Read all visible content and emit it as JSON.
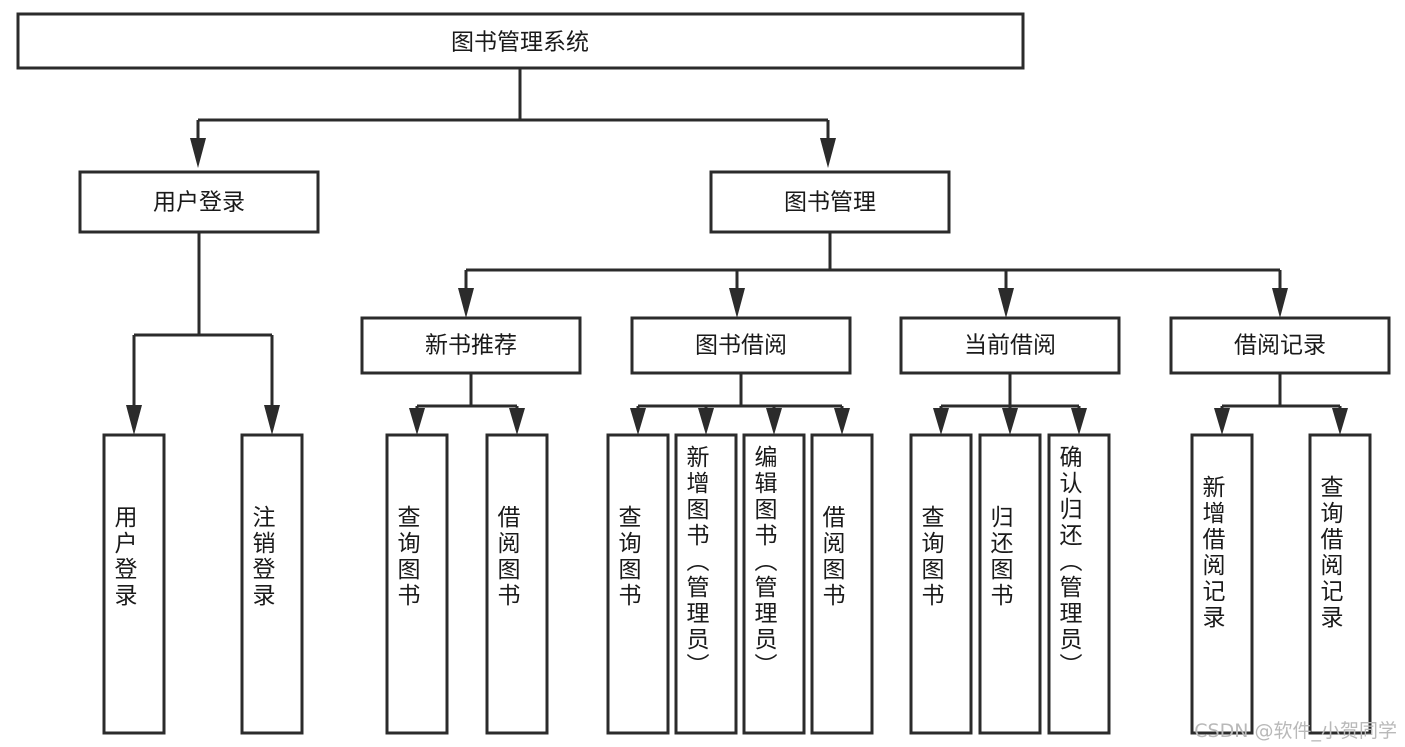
{
  "diagram": {
    "title": "图书管理系统",
    "watermark": "CSDN @软件_小贺同学",
    "root": {
      "label": "图书管理系统"
    },
    "level2": [
      {
        "label": "用户登录"
      },
      {
        "label": "图书管理"
      }
    ],
    "level3": [
      {
        "label": "新书推荐"
      },
      {
        "label": "图书借阅"
      },
      {
        "label": "当前借阅"
      },
      {
        "label": "借阅记录"
      }
    ],
    "leaves": {
      "user_login": [
        {
          "label": "用户登录"
        },
        {
          "label": "注销登录"
        }
      ],
      "new_book_recommend": [
        {
          "label": "查询图书"
        },
        {
          "label": "借阅图书"
        }
      ],
      "book_borrow": [
        {
          "label": "查询图书"
        },
        {
          "label": "新增图书（管理员）"
        },
        {
          "label": "编辑图书（管理员）"
        },
        {
          "label": "借阅图书"
        }
      ],
      "current_borrow": [
        {
          "label": "查询图书"
        },
        {
          "label": "归还图书"
        },
        {
          "label": "确认归还（管理员）"
        }
      ],
      "borrow_record": [
        {
          "label": "新增借阅记录"
        },
        {
          "label": "查询借阅记录"
        }
      ]
    },
    "colors": {
      "stroke": "#2b2b2b",
      "fill": "#ffffff",
      "text": "#1a1a1a",
      "watermark": "#b9b9b9"
    }
  }
}
